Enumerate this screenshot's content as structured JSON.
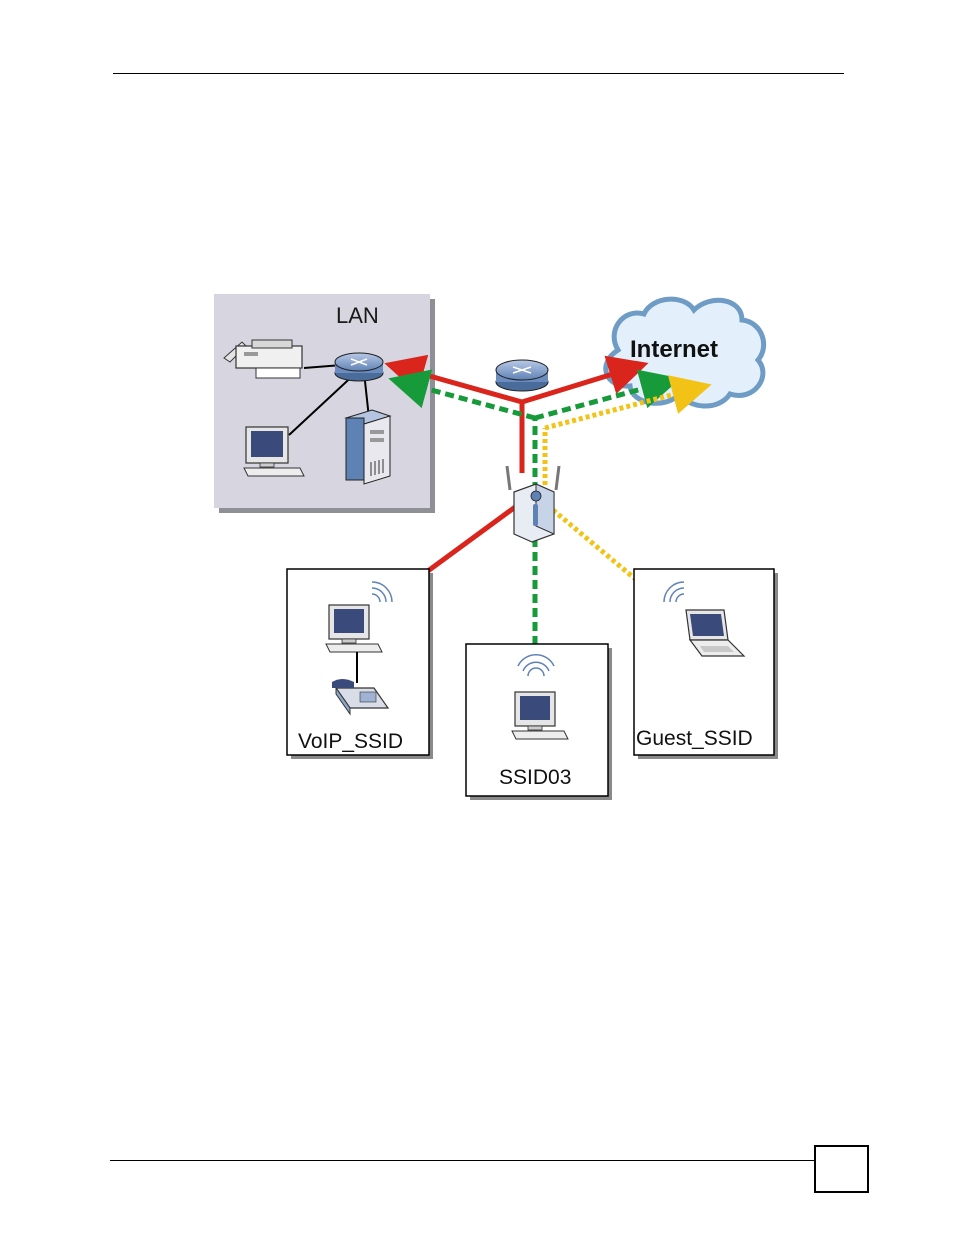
{
  "page": {
    "page_number": ""
  },
  "diagram": {
    "lan_label": "LAN",
    "internet_label": "Internet",
    "ssids": {
      "voip": "VoIP_SSID",
      "ssid03": "SSID03",
      "guest": "Guest_SSID"
    },
    "colors": {
      "voip_path": "#d9251c",
      "ssid03_path": "#179a39",
      "guest_path": "#f2c316",
      "lan_background": "#d7d6e0",
      "cloud": "#e3f0fb",
      "cloud_outline": "#6e9cc4",
      "device_blue": "#5f82b5",
      "screen": "#3a4a7a"
    },
    "icons": [
      "printer-icon",
      "router-icon",
      "computer-icon",
      "server-icon",
      "access-point-icon",
      "phone-icon",
      "laptop-icon",
      "wifi-signal-icon",
      "cloud-icon"
    ]
  }
}
